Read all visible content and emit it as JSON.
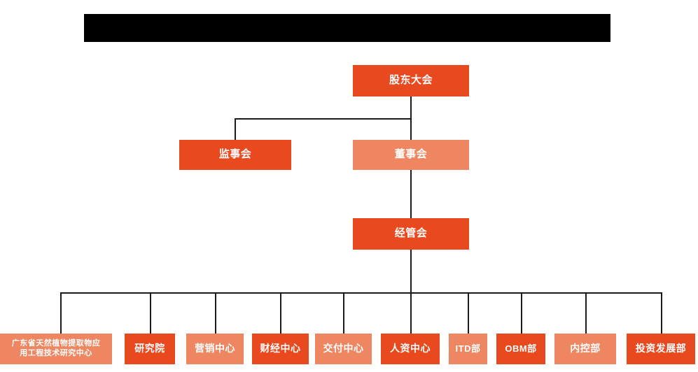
{
  "diagram": {
    "type": "org-chart",
    "title_banner": {
      "label": "",
      "redacted": true,
      "color": "#000000"
    },
    "palette": {
      "dark_orange": "#e8491e",
      "light_orange": "#ee8761",
      "connector": "#1a1a1a",
      "background": "#ffffff",
      "text": "#ffffff"
    },
    "levels": [
      {
        "name": "level-1",
        "nodes": [
          {
            "id": "shareholders-meeting",
            "label": "股东大会",
            "tone": "dark"
          }
        ]
      },
      {
        "name": "level-2",
        "nodes": [
          {
            "id": "board-of-supervisors",
            "label": "监事会",
            "tone": "dark"
          },
          {
            "id": "board-of-directors",
            "label": "董事会",
            "tone": "light"
          }
        ]
      },
      {
        "name": "level-3",
        "nodes": [
          {
            "id": "management-committee",
            "label": "经管会",
            "tone": "dark"
          }
        ]
      },
      {
        "name": "level-4",
        "nodes": [
          {
            "id": "engineering-research-center",
            "label": "广东省天然植物提取物应\n用工程技术研究中心",
            "tone": "light"
          },
          {
            "id": "research-institute",
            "label": "研究院",
            "tone": "dark"
          },
          {
            "id": "marketing-center",
            "label": "营销中心",
            "tone": "light"
          },
          {
            "id": "finance-center",
            "label": "财经中心",
            "tone": "dark"
          },
          {
            "id": "delivery-center",
            "label": "交付中心",
            "tone": "light"
          },
          {
            "id": "human-resources-center",
            "label": "人资中心",
            "tone": "dark"
          },
          {
            "id": "itd-department",
            "label": "ITD部",
            "tone": "light"
          },
          {
            "id": "obm-department",
            "label": "OBM部",
            "tone": "dark"
          },
          {
            "id": "internal-control-department",
            "label": "内控部",
            "tone": "light"
          },
          {
            "id": "investment-development-department",
            "label": "投资发展部",
            "tone": "dark"
          }
        ]
      }
    ]
  }
}
